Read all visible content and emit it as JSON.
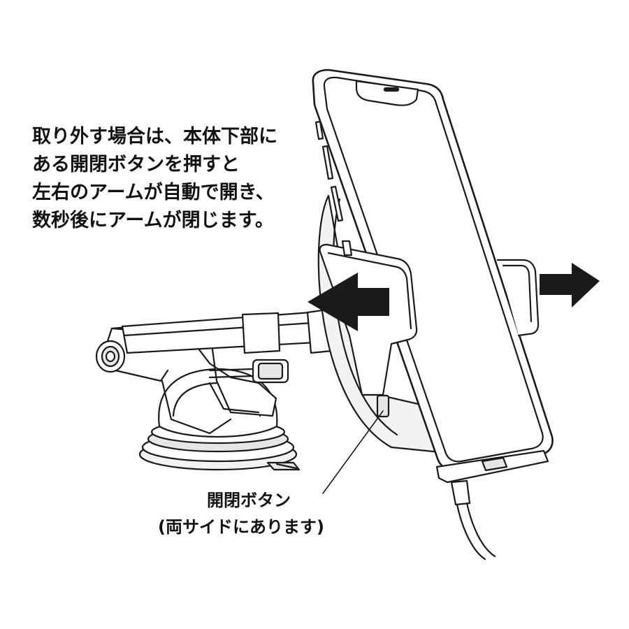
{
  "instructions": [
    "取り外す場合は、本体下部に",
    "ある開閉ボタンを押すと",
    "左右のアームが自動で開き、",
    "数秒後にアームが閉じます。"
  ],
  "callout": {
    "label": "開閉ボタン",
    "note": "(両サイドにあります)"
  },
  "colors": {
    "line": "#1a1a1a",
    "fill": "#ffffff",
    "shade": "#e6e6e6",
    "arrow": "#1a1a1a"
  },
  "icons": [
    "arrow-left-icon",
    "arrow-right-icon"
  ]
}
